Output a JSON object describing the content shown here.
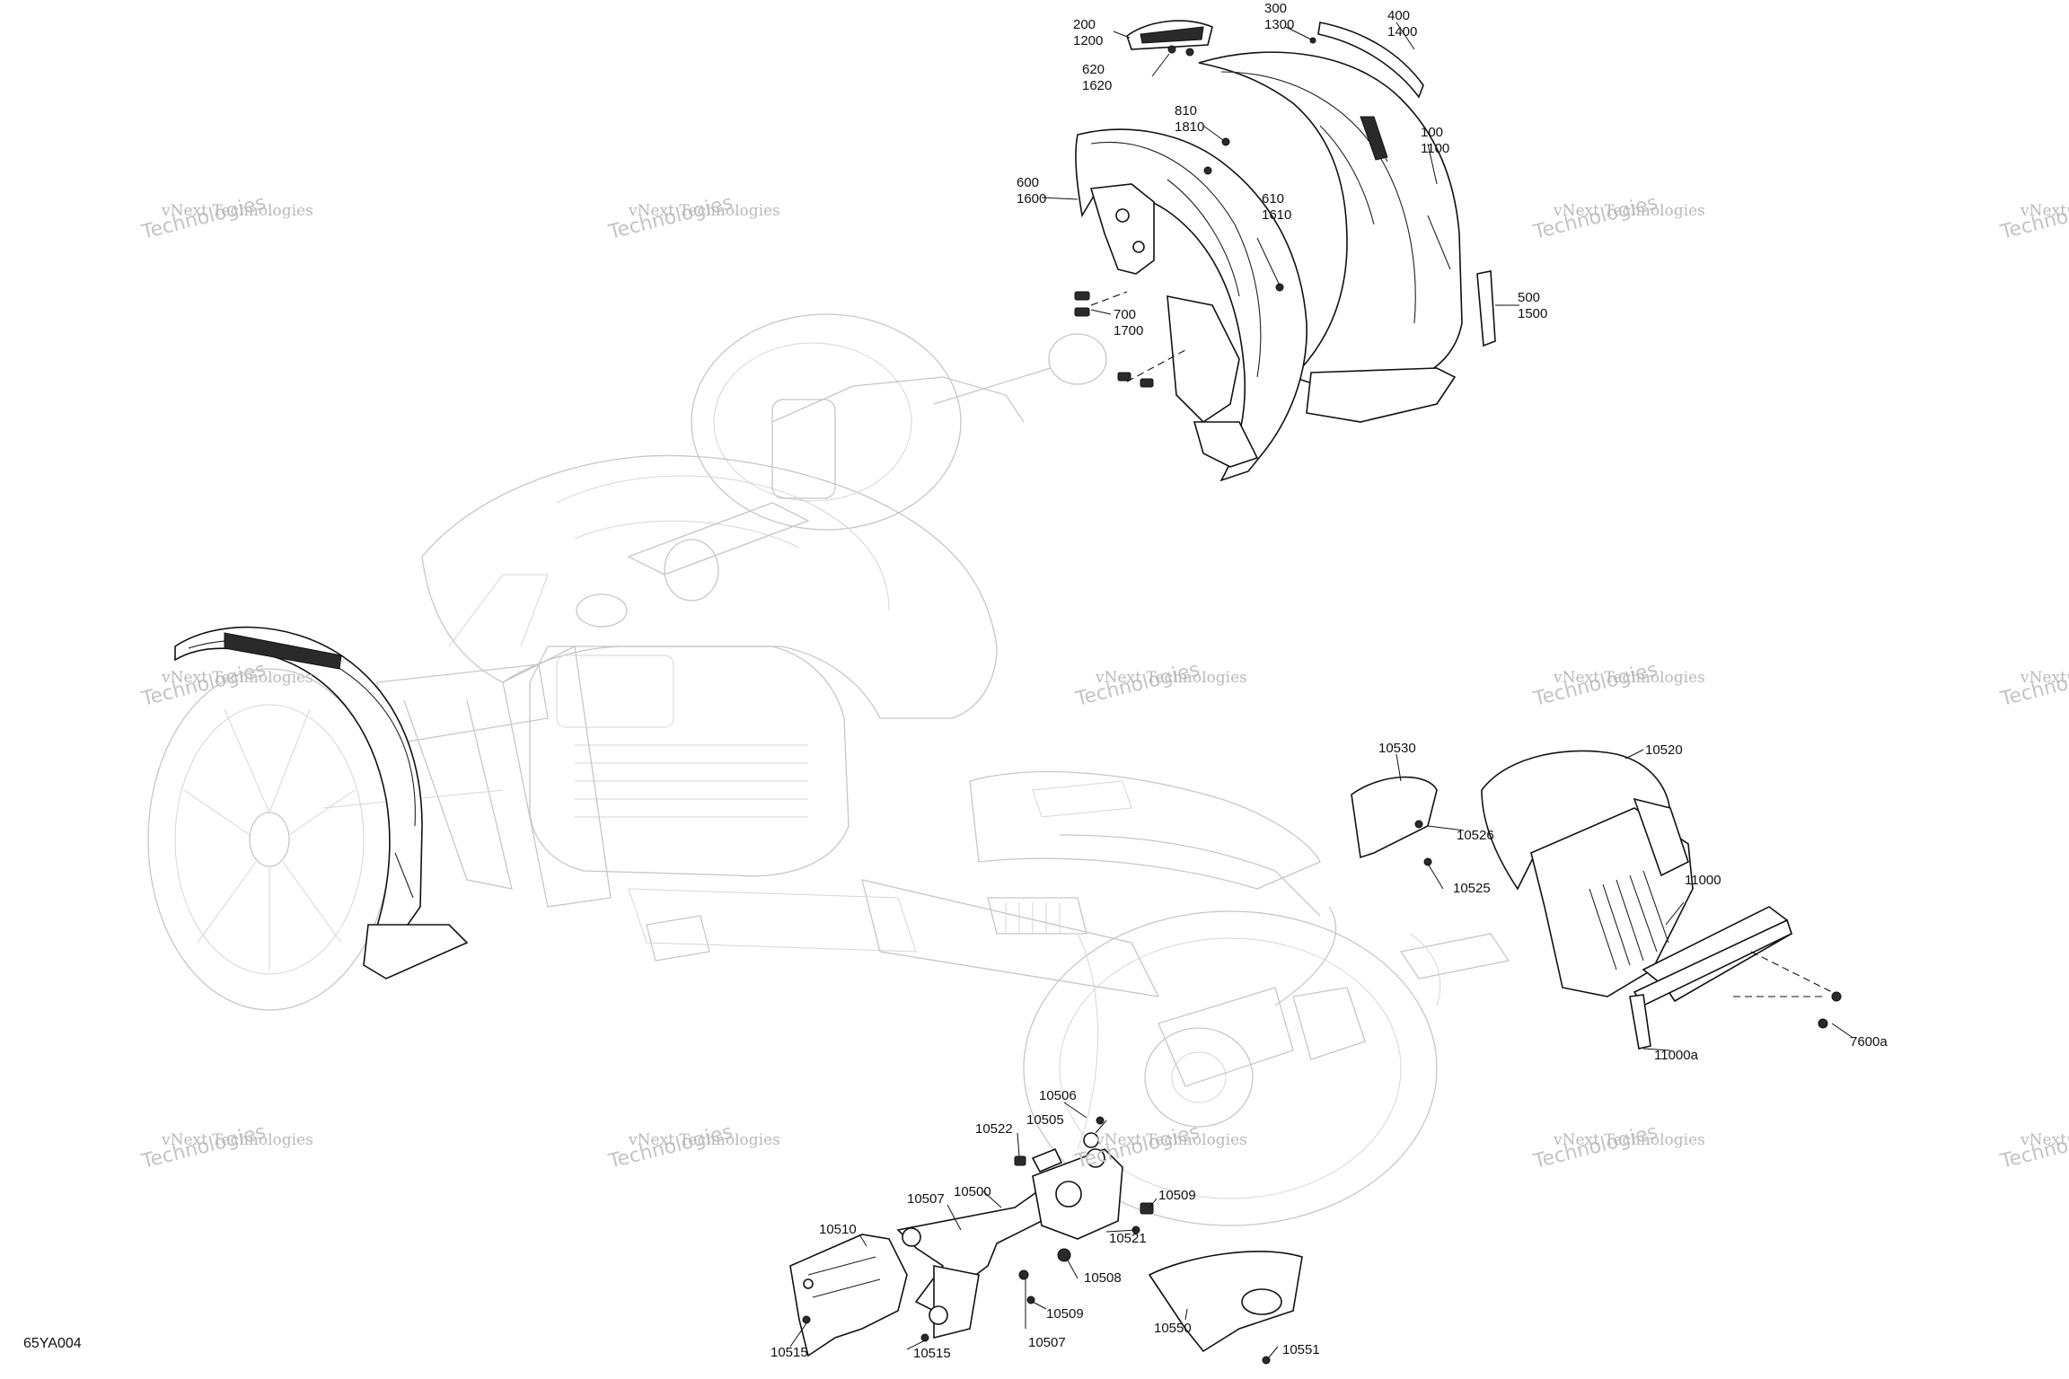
{
  "diagram": {
    "code": "65YA004",
    "watermark": {
      "line1": "vNext Technologies",
      "line2": "Technologies"
    },
    "callouts": {
      "c200": [
        "200",
        "1200"
      ],
      "c620": [
        "620",
        "1620"
      ],
      "c300": [
        "300",
        "1300"
      ],
      "c400": [
        "400",
        "1400"
      ],
      "c810": [
        "810",
        "1810"
      ],
      "c100": [
        "100",
        "1100"
      ],
      "c600": [
        "600",
        "1600"
      ],
      "c610": [
        "610",
        "1610"
      ],
      "c700": [
        "700",
        "1700"
      ],
      "c500": [
        "500",
        "1500"
      ],
      "c10530": [
        "10530"
      ],
      "c10520": [
        "10520"
      ],
      "c10526": [
        "10526"
      ],
      "c10525": [
        "10525"
      ],
      "c11000": [
        "11000"
      ],
      "c11000a": [
        "11000a"
      ],
      "c7600a": [
        "7600a"
      ],
      "c10506": [
        "10506"
      ],
      "c10505": [
        "10505"
      ],
      "c10522": [
        "10522"
      ],
      "c10507a": [
        "10507"
      ],
      "c10500": [
        "10500"
      ],
      "c10509a": [
        "10509"
      ],
      "c10510": [
        "10510"
      ],
      "c10521": [
        "10521"
      ],
      "c10508": [
        "10508"
      ],
      "c10509b": [
        "10509"
      ],
      "c10507b": [
        "10507"
      ],
      "c10550": [
        "10550"
      ],
      "c10515a": [
        "10515"
      ],
      "c10515b": [
        "10515"
      ],
      "c10551": [
        "10551"
      ]
    }
  }
}
